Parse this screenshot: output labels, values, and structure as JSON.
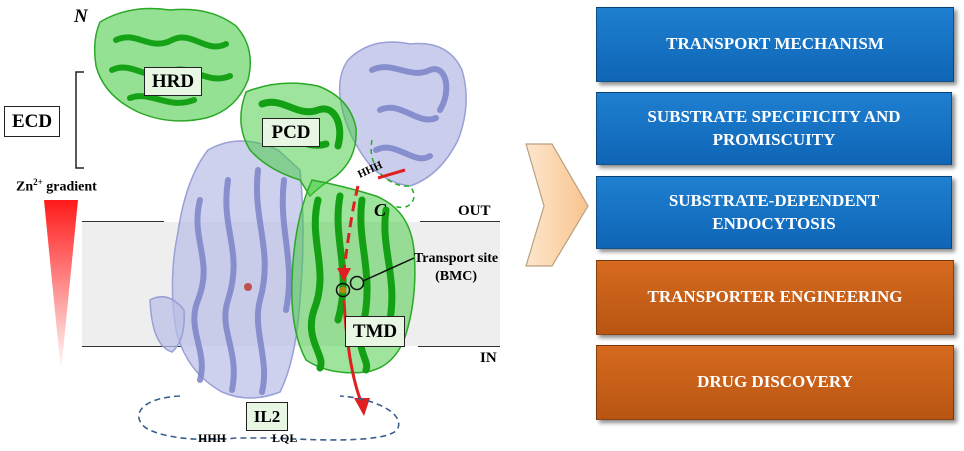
{
  "figure": {
    "labels": {
      "n_terminus": "N",
      "c_terminus": "C",
      "hrd": "HRD",
      "pcd": "PCD",
      "ecd": "ECD",
      "tmd": "TMD",
      "il2": "IL2",
      "out": "OUT",
      "in": "IN",
      "zn_prefix": "Zn",
      "zn_sup": "2+",
      "zn_suffix": " gradient",
      "hhh_top": "HHH",
      "transport_site_line1": "Transport site",
      "transport_site_line2": "(BMC)",
      "motif_hhh": "HHH",
      "motif_lql": "LQL"
    },
    "colors": {
      "domain_green": "#3ec93a",
      "protein_lavender": "#b8bde6",
      "membrane_gray": "#eeeeee",
      "arrow_red": "#e02020",
      "loop_blue": "#3a5f8a"
    }
  },
  "panel": {
    "items": [
      {
        "text": "TRANSPORT MECHANISM",
        "color": "blue"
      },
      {
        "text": "SUBSTRATE SPECIFICITY AND PROMISCUITY",
        "color": "blue"
      },
      {
        "text": "SUBSTRATE-DEPENDENT ENDOCYTOSIS",
        "color": "blue"
      },
      {
        "text": "TRANSPORTER ENGINEERING",
        "color": "orange"
      },
      {
        "text": "DRUG DISCOVERY",
        "color": "orange"
      }
    ]
  }
}
